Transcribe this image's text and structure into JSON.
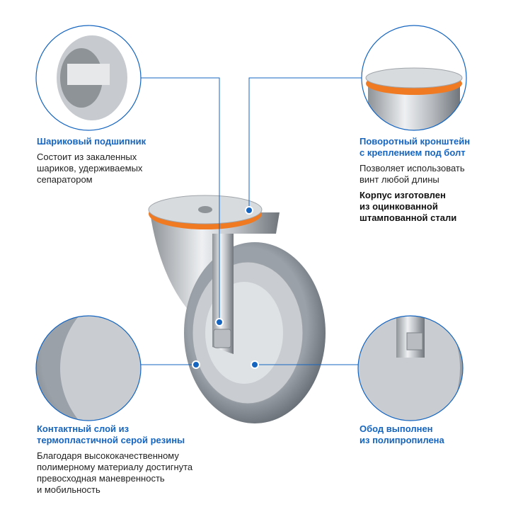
{
  "callouts": {
    "bearing": {
      "title": [
        "Шариковый подшипник"
      ],
      "desc": [
        "Состоит из закаленных",
        "шариков, удерживаемых",
        "сепаратором"
      ]
    },
    "swivel": {
      "title": [
        "Поворотный кронштейн",
        "с креплением под болт"
      ],
      "desc": [
        "Позволяет использовать",
        "винт любой длины"
      ],
      "bold": [
        "Корпус изготовлен",
        "из оцинкованной",
        "штампованной стали"
      ]
    },
    "tread": {
      "title": [
        "Контактный слой из",
        "термопластичной серой резины"
      ],
      "desc": [
        "Благодаря высококачественному",
        "полимерному материалу достигнута",
        "превосходная маневренность",
        "и мобильность"
      ]
    },
    "rim": {
      "title": [
        "Обод выполнен",
        "из полипропилена"
      ]
    }
  },
  "colors": {
    "accent": "#1565c0",
    "orange": "#f07a22",
    "tread": "#7d8690",
    "rim": "#c9cdd2"
  }
}
